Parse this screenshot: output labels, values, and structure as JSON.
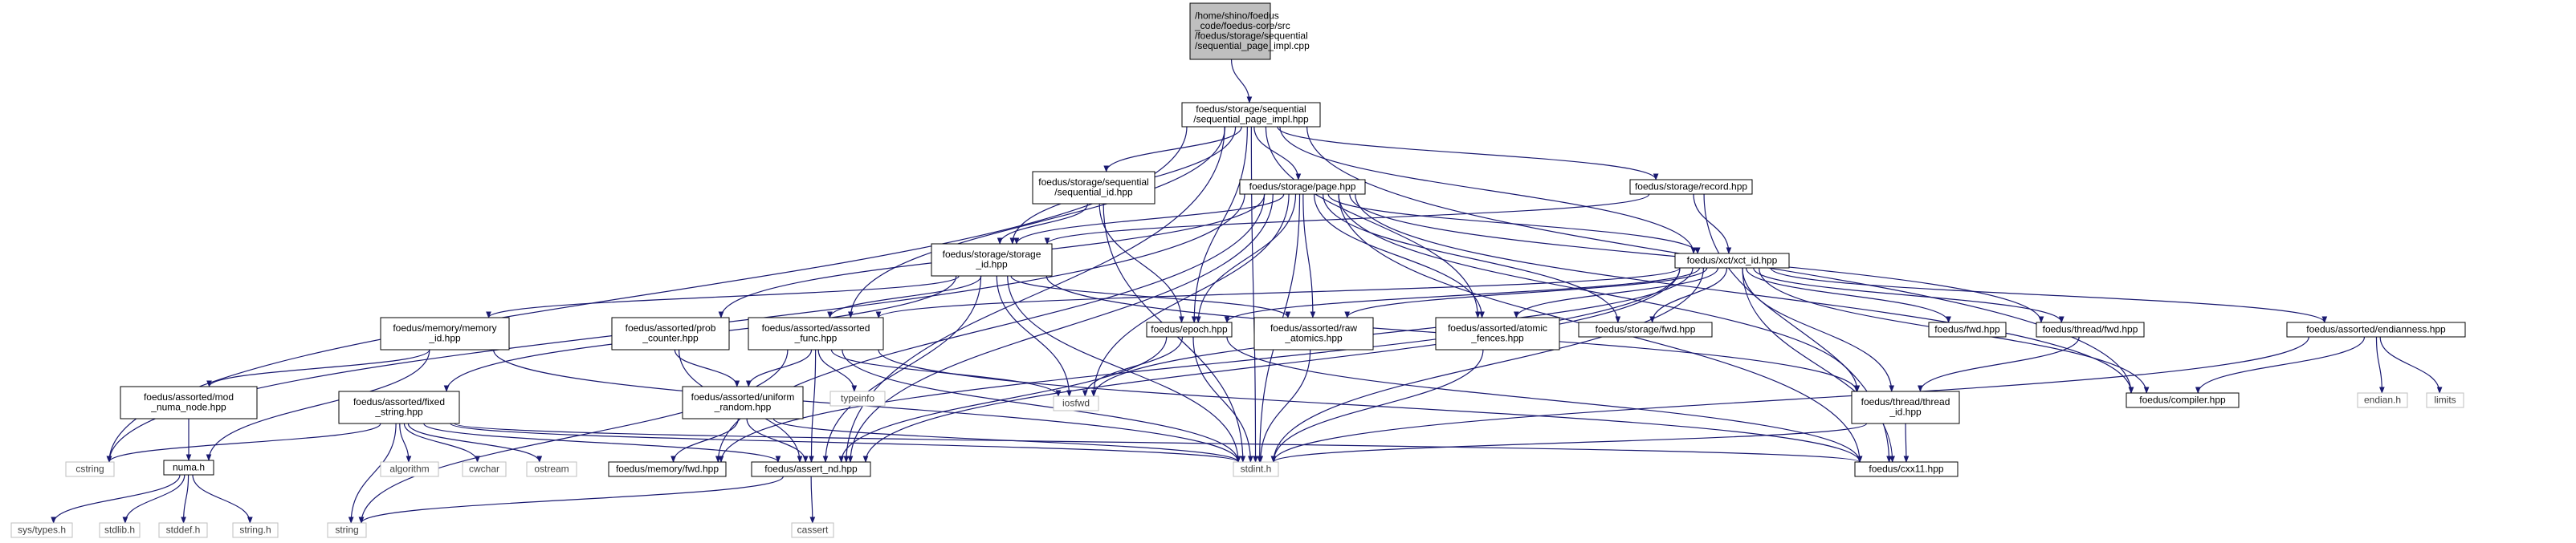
{
  "diagram": {
    "type": "include-dependency-graph",
    "colors": {
      "edge": "#191970",
      "root_fill": "#bfbfbf",
      "node_border": "#000000",
      "system_border": "#bfbfbf"
    },
    "nodes": [
      {
        "id": "root",
        "kind": "root",
        "lines": [
          "/home/shino/foedus",
          "_code/foedus-core/src",
          "/foedus/storage/sequential",
          "/sequential_page_impl.cpp"
        ]
      },
      {
        "id": "spi_hpp",
        "kind": "file",
        "lines": [
          "foedus/storage/sequential",
          "/sequential_page_impl.hpp"
        ]
      },
      {
        "id": "seq_id",
        "kind": "file",
        "lines": [
          "foedus/storage/sequential",
          "/sequential_id.hpp"
        ]
      },
      {
        "id": "page",
        "kind": "file",
        "lines": [
          "foedus/storage/page.hpp"
        ]
      },
      {
        "id": "record",
        "kind": "file",
        "lines": [
          "foedus/storage/record.hpp"
        ]
      },
      {
        "id": "storage_id",
        "kind": "file",
        "lines": [
          "foedus/storage/storage",
          "_id.hpp"
        ]
      },
      {
        "id": "xct_id",
        "kind": "file",
        "lines": [
          "foedus/xct/xct_id.hpp"
        ]
      },
      {
        "id": "memory_id",
        "kind": "file",
        "lines": [
          "foedus/memory/memory",
          "_id.hpp"
        ]
      },
      {
        "id": "prob_counter",
        "kind": "file",
        "lines": [
          "foedus/assorted/prob",
          "_counter.hpp"
        ]
      },
      {
        "id": "assorted_func",
        "kind": "file",
        "lines": [
          "foedus/assorted/assorted",
          "_func.hpp"
        ]
      },
      {
        "id": "epoch",
        "kind": "file",
        "lines": [
          "foedus/epoch.hpp"
        ]
      },
      {
        "id": "raw_atomics",
        "kind": "file",
        "lines": [
          "foedus/assorted/raw",
          "_atomics.hpp"
        ]
      },
      {
        "id": "atomic_fences",
        "kind": "file",
        "lines": [
          "foedus/assorted/atomic",
          "_fences.hpp"
        ]
      },
      {
        "id": "storage_fwd",
        "kind": "file",
        "lines": [
          "foedus/storage/fwd.hpp"
        ]
      },
      {
        "id": "foedus_fwd",
        "kind": "file",
        "lines": [
          "foedus/fwd.hpp"
        ]
      },
      {
        "id": "thread_fwd",
        "kind": "file",
        "lines": [
          "foedus/thread/fwd.hpp"
        ]
      },
      {
        "id": "endianness",
        "kind": "file",
        "lines": [
          "foedus/assorted/endianness.hpp"
        ]
      },
      {
        "id": "mod_numa",
        "kind": "file",
        "lines": [
          "foedus/assorted/mod",
          "_numa_node.hpp"
        ]
      },
      {
        "id": "fixed_string",
        "kind": "file",
        "lines": [
          "foedus/assorted/fixed",
          "_string.hpp"
        ]
      },
      {
        "id": "uniform_random",
        "kind": "file",
        "lines": [
          "foedus/assorted/uniform",
          "_random.hpp"
        ]
      },
      {
        "id": "typeinfo",
        "kind": "system",
        "lines": [
          "typeinfo"
        ]
      },
      {
        "id": "iosfwd",
        "kind": "system",
        "lines": [
          "iosfwd"
        ]
      },
      {
        "id": "thread_id",
        "kind": "file",
        "lines": [
          "foedus/thread/thread",
          "_id.hpp"
        ]
      },
      {
        "id": "compiler",
        "kind": "file",
        "lines": [
          "foedus/compiler.hpp"
        ]
      },
      {
        "id": "endian_h",
        "kind": "system",
        "lines": [
          "endian.h"
        ]
      },
      {
        "id": "limits",
        "kind": "system",
        "lines": [
          "limits"
        ]
      },
      {
        "id": "cstring",
        "kind": "system",
        "lines": [
          "cstring"
        ]
      },
      {
        "id": "numa_h",
        "kind": "file",
        "lines": [
          "numa.h"
        ]
      },
      {
        "id": "algorithm",
        "kind": "system",
        "lines": [
          "algorithm"
        ]
      },
      {
        "id": "cwchar",
        "kind": "system",
        "lines": [
          "cwchar"
        ]
      },
      {
        "id": "ostream",
        "kind": "system",
        "lines": [
          "ostream"
        ]
      },
      {
        "id": "memory_fwd",
        "kind": "file",
        "lines": [
          "foedus/memory/fwd.hpp"
        ]
      },
      {
        "id": "assert_nd",
        "kind": "file",
        "lines": [
          "foedus/assert_nd.hpp"
        ]
      },
      {
        "id": "stdint",
        "kind": "system",
        "lines": [
          "stdint.h"
        ]
      },
      {
        "id": "cxx11",
        "kind": "file",
        "lines": [
          "foedus/cxx11.hpp"
        ]
      },
      {
        "id": "sys_types",
        "kind": "system",
        "lines": [
          "sys/types.h"
        ]
      },
      {
        "id": "stdlib",
        "kind": "system",
        "lines": [
          "stdlib.h"
        ]
      },
      {
        "id": "stddef",
        "kind": "system",
        "lines": [
          "stddef.h"
        ]
      },
      {
        "id": "string_h",
        "kind": "system",
        "lines": [
          "string.h"
        ]
      },
      {
        "id": "string",
        "kind": "system",
        "lines": [
          "string"
        ]
      },
      {
        "id": "cassert",
        "kind": "system",
        "lines": [
          "cassert"
        ]
      }
    ],
    "edges": [
      [
        "root",
        "spi_hpp"
      ],
      [
        "spi_hpp",
        "seq_id"
      ],
      [
        "spi_hpp",
        "page"
      ],
      [
        "spi_hpp",
        "record"
      ],
      [
        "spi_hpp",
        "storage_id"
      ],
      [
        "spi_hpp",
        "xct_id"
      ],
      [
        "spi_hpp",
        "assorted_func"
      ],
      [
        "spi_hpp",
        "epoch"
      ],
      [
        "spi_hpp",
        "atomic_fences"
      ],
      [
        "spi_hpp",
        "compiler"
      ],
      [
        "spi_hpp",
        "cstring"
      ],
      [
        "spi_hpp",
        "assert_nd"
      ],
      [
        "spi_hpp",
        "stdint"
      ],
      [
        "seq_id",
        "storage_id"
      ],
      [
        "seq_id",
        "epoch"
      ],
      [
        "seq_id",
        "stdint"
      ],
      [
        "page",
        "storage_id"
      ],
      [
        "page",
        "xct_id"
      ],
      [
        "page",
        "epoch"
      ],
      [
        "page",
        "atomic_fences"
      ],
      [
        "page",
        "storage_fwd"
      ],
      [
        "page",
        "thread_fwd"
      ],
      [
        "page",
        "thread_id"
      ],
      [
        "page",
        "compiler"
      ],
      [
        "page",
        "cxx11"
      ],
      [
        "page",
        "assert_nd"
      ],
      [
        "page",
        "raw_atomics"
      ],
      [
        "page",
        "prob_counter"
      ],
      [
        "page",
        "memory_fwd"
      ],
      [
        "page",
        "iosfwd"
      ],
      [
        "page",
        "stdint"
      ],
      [
        "page",
        "cstring"
      ],
      [
        "record",
        "storage_id"
      ],
      [
        "record",
        "xct_id"
      ],
      [
        "record",
        "cxx11"
      ],
      [
        "storage_id",
        "memory_id"
      ],
      [
        "storage_id",
        "assorted_func"
      ],
      [
        "storage_id",
        "raw_atomics"
      ],
      [
        "storage_id",
        "fixed_string"
      ],
      [
        "storage_id",
        "iosfwd"
      ],
      [
        "storage_id",
        "stdint"
      ],
      [
        "storage_id",
        "assert_nd"
      ],
      [
        "storage_id",
        "thread_id"
      ],
      [
        "xct_id",
        "assorted_func"
      ],
      [
        "xct_id",
        "epoch"
      ],
      [
        "xct_id",
        "raw_atomics"
      ],
      [
        "xct_id",
        "atomic_fences"
      ],
      [
        "xct_id",
        "storage_fwd"
      ],
      [
        "xct_id",
        "foedus_fwd"
      ],
      [
        "xct_id",
        "thread_fwd"
      ],
      [
        "xct_id",
        "endianness"
      ],
      [
        "xct_id",
        "thread_id"
      ],
      [
        "xct_id",
        "compiler"
      ],
      [
        "xct_id",
        "cxx11"
      ],
      [
        "xct_id",
        "iosfwd"
      ],
      [
        "xct_id",
        "stdint"
      ],
      [
        "xct_id",
        "assert_nd"
      ],
      [
        "xct_id",
        "memory_fwd"
      ],
      [
        "memory_id",
        "mod_numa"
      ],
      [
        "memory_id",
        "numa_h"
      ],
      [
        "memory_id",
        "stdint"
      ],
      [
        "prob_counter",
        "uniform_random"
      ],
      [
        "prob_counter",
        "assert_nd"
      ],
      [
        "assorted_func",
        "uniform_random"
      ],
      [
        "assorted_func",
        "typeinfo"
      ],
      [
        "assorted_func",
        "iosfwd"
      ],
      [
        "assorted_func",
        "stdint"
      ],
      [
        "assorted_func",
        "assert_nd"
      ],
      [
        "assorted_func",
        "string"
      ],
      [
        "assorted_func",
        "cxx11"
      ],
      [
        "epoch",
        "iosfwd"
      ],
      [
        "epoch",
        "stdint"
      ],
      [
        "epoch",
        "assert_nd"
      ],
      [
        "epoch",
        "cxx11"
      ],
      [
        "raw_atomics",
        "stdint"
      ],
      [
        "atomic_fences",
        "stdint"
      ],
      [
        "thread_fwd",
        "thread_id"
      ],
      [
        "endianness",
        "endian_h"
      ],
      [
        "endianness",
        "limits"
      ],
      [
        "endianness",
        "compiler"
      ],
      [
        "endianness",
        "stdint"
      ],
      [
        "mod_numa",
        "numa_h"
      ],
      [
        "fixed_string",
        "cstring"
      ],
      [
        "fixed_string",
        "algorithm"
      ],
      [
        "fixed_string",
        "cwchar"
      ],
      [
        "fixed_string",
        "ostream"
      ],
      [
        "fixed_string",
        "string"
      ],
      [
        "fixed_string",
        "stdint"
      ],
      [
        "fixed_string",
        "assert_nd"
      ],
      [
        "fixed_string",
        "cxx11"
      ],
      [
        "uniform_random",
        "memory_fwd"
      ],
      [
        "uniform_random",
        "assert_nd"
      ],
      [
        "uniform_random",
        "stdint"
      ],
      [
        "thread_id",
        "stdint"
      ],
      [
        "thread_id",
        "cxx11"
      ],
      [
        "numa_h",
        "sys_types"
      ],
      [
        "numa_h",
        "stdlib"
      ],
      [
        "numa_h",
        "stddef"
      ],
      [
        "numa_h",
        "string_h"
      ],
      [
        "assert_nd",
        "cassert"
      ],
      [
        "assert_nd",
        "string"
      ]
    ]
  }
}
